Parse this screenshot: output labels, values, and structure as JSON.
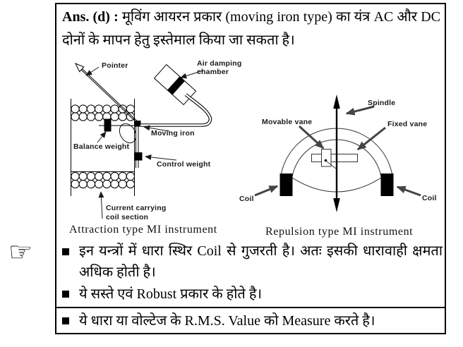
{
  "hand_icon": "☞",
  "answer": {
    "prefix": "Ans. (d) :",
    "text": "मूविंग आयरन प्रकार (moving iron type) का यंत्र AC और DC दोनों के मापन हेतु इस्तेमाल किया जा सकता है।"
  },
  "diagrams": {
    "attraction": {
      "caption": "Attraction type MI instrument",
      "labels": {
        "pointer": "Pointer",
        "air_damping_line1": "Air damping",
        "air_damping_line2": "chamber",
        "moving_iron": "Moving iron",
        "balance_weight": "Balance weight",
        "control_weight": "Control weight",
        "coil_section_line1": "Current carrying",
        "coil_section_line2": "coil section"
      }
    },
    "repulsion": {
      "caption": "Repulsion type MI instrument",
      "labels": {
        "spindle": "Spindle",
        "movable_vane": "Movable vane",
        "fixed_vane": "Fixed vane",
        "coil_left": "Coil",
        "coil_right": "Coil"
      }
    }
  },
  "bullets": [
    {
      "text": "इन यन्त्रों में धारा स्थिर Coil से गुजरती है। अतः इसकी धारावाही क्षमता अधिक होती है।"
    },
    {
      "text": "ये सस्ते एवं Robust प्रकार के होते है।"
    },
    {
      "text": "ये धारा या वोल्टेज के R.M.S. Value को Measure करते है।"
    }
  ],
  "colors": {
    "ink": "#000000",
    "paper": "#ffffff",
    "arrow_grey": "#444444"
  }
}
